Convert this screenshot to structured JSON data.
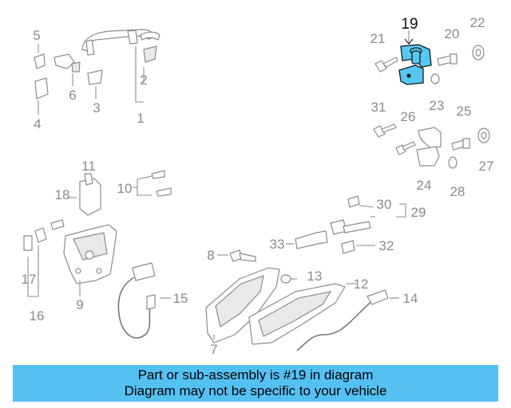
{
  "callouts": {
    "c1": "1",
    "c2": "2",
    "c3": "3",
    "c4": "4",
    "c5": "5",
    "c6": "6",
    "c7": "7",
    "c8": "8",
    "c9": "9",
    "c10": "10",
    "c11": "11",
    "c12": "12",
    "c13": "13",
    "c14": "14",
    "c15": "15",
    "c16": "16",
    "c17": "17",
    "c18": "18",
    "c19": "19",
    "c20": "20",
    "c21": "21",
    "c22": "22",
    "c23": "23",
    "c24": "24",
    "c25": "25",
    "c26": "26",
    "c27": "27",
    "c28": "28",
    "c29": "29",
    "c30": "30",
    "c31": "31",
    "c32": "32",
    "c33": "33"
  },
  "highlight": {
    "part_number": "19",
    "color": "#55c8f2"
  },
  "caption": {
    "line1": "Part or sub-assembly is #19 in diagram",
    "line2": "Diagram may not be specific to your vehicle",
    "background": "#55c1f3"
  }
}
